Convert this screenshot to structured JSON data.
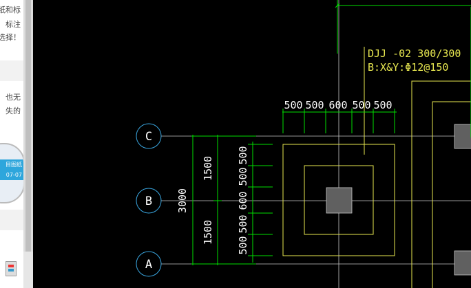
{
  "left_panel": {
    "snippets": [
      "纸和标",
      "标注",
      "选择！",
      "也无",
      "失的"
    ],
    "thumbnail": {
      "title": "目图纸",
      "date": "07-07"
    }
  },
  "drawing": {
    "label_line1": "DJJ -02 300/300",
    "label_line2": "B:X&Y:Φ12@150",
    "top_dims": [
      "500",
      "500",
      "600",
      "500",
      "500"
    ],
    "left_dims": [
      "500",
      "500",
      "600",
      "500",
      "500"
    ],
    "span_dims": [
      "1500",
      "1500"
    ],
    "total_dim": "3000",
    "axes": [
      "C",
      "B",
      "A"
    ],
    "colors": {
      "background": "#000000",
      "dimension": "#00e000",
      "label": "#f0e040",
      "outline": "#e8e850",
      "axis": "#3aa6e0",
      "column": "#606060"
    }
  }
}
